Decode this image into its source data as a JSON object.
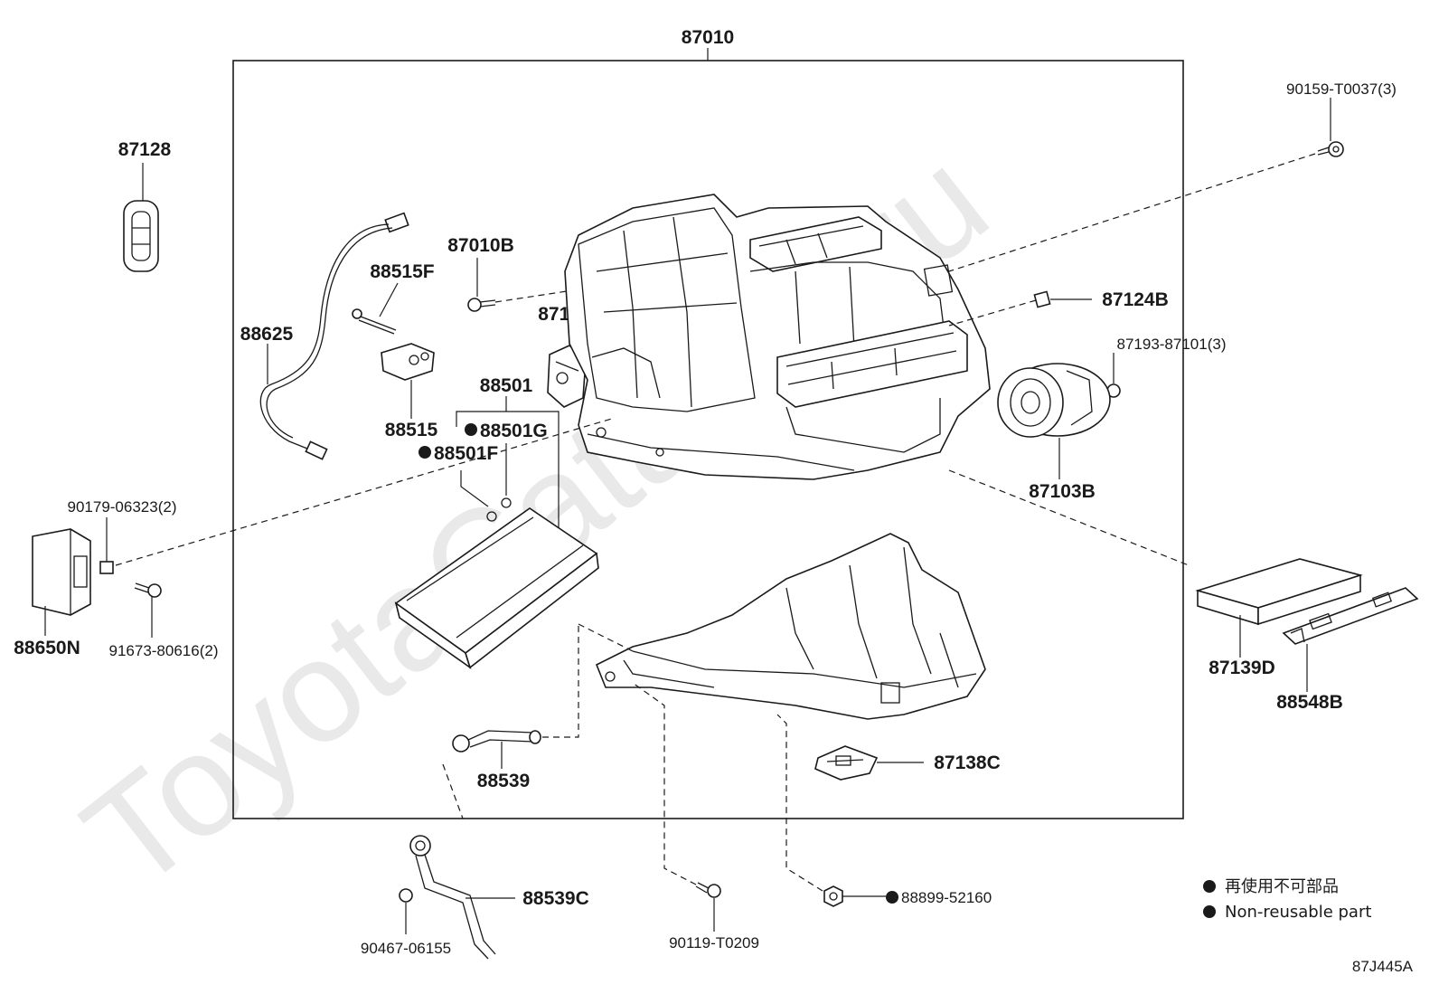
{
  "watermark": "ToyotaCatalog.ru",
  "assembly_label": "87010",
  "parts": {
    "p87128": "87128",
    "p87010B": "87010B",
    "p88515F": "88515F",
    "p88625": "88625",
    "p88515": "88515",
    "p87106N": "87106N",
    "p88501": "88501",
    "p88501G": "88501G",
    "p88501F": "88501F",
    "p87124B": "87124B",
    "p87193": "87193-87101(3)",
    "p87103B": "87103B",
    "p90159": "90159-T0037(3)",
    "p90179": "90179-06323(2)",
    "p88650N": "88650N",
    "p91673": "91673-80616(2)",
    "p87139D": "87139D",
    "p88548B": "88548B",
    "p88539": "88539",
    "p87138C": "87138C",
    "p88539C": "88539C",
    "p90467": "90467-06155",
    "p90119": "90119-T0209",
    "p88899": "88899-52160"
  },
  "legend": {
    "line1": "再使用不可部品",
    "line2": "Non-reusable part"
  },
  "diagram_code": "87J445A"
}
